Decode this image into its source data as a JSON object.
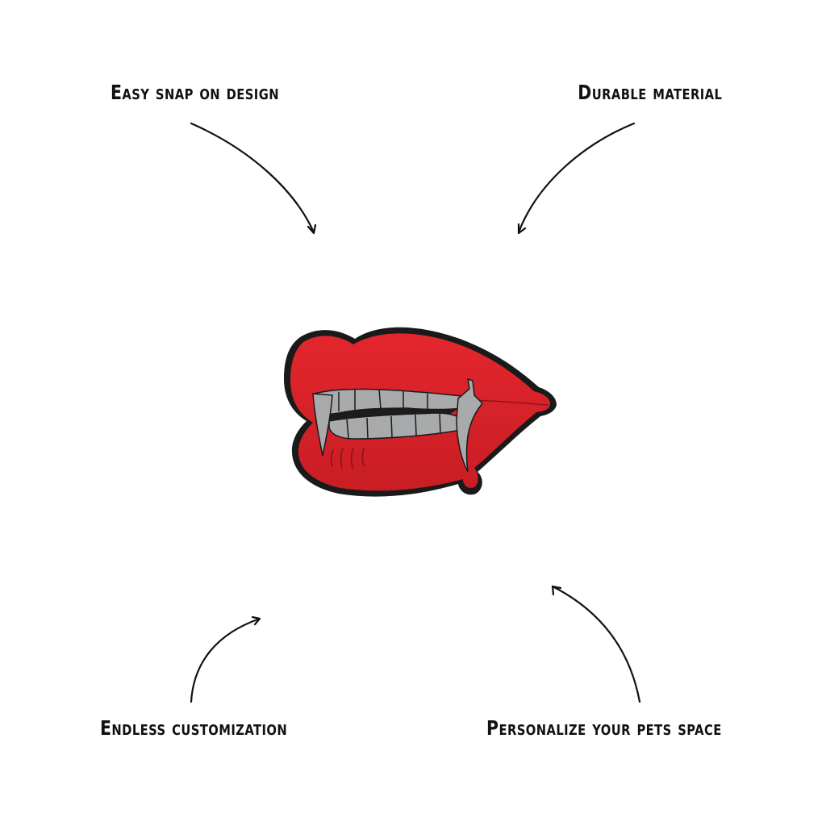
{
  "features": {
    "top_left": "Easy snap on design",
    "top_right": "Durable material",
    "bottom_left": "Endless customization",
    "bottom_right": "Personalize your pets space"
  },
  "product": {
    "icon": "vampire-lips-charm-icon",
    "colors": {
      "lip": "#d8232a",
      "outline": "#1a1a1a",
      "teeth": "#a9aaab",
      "mouth": "#1c1c1c"
    }
  },
  "colors": {
    "background": "#ffffff",
    "text": "#111111",
    "arrow": "#111111"
  }
}
